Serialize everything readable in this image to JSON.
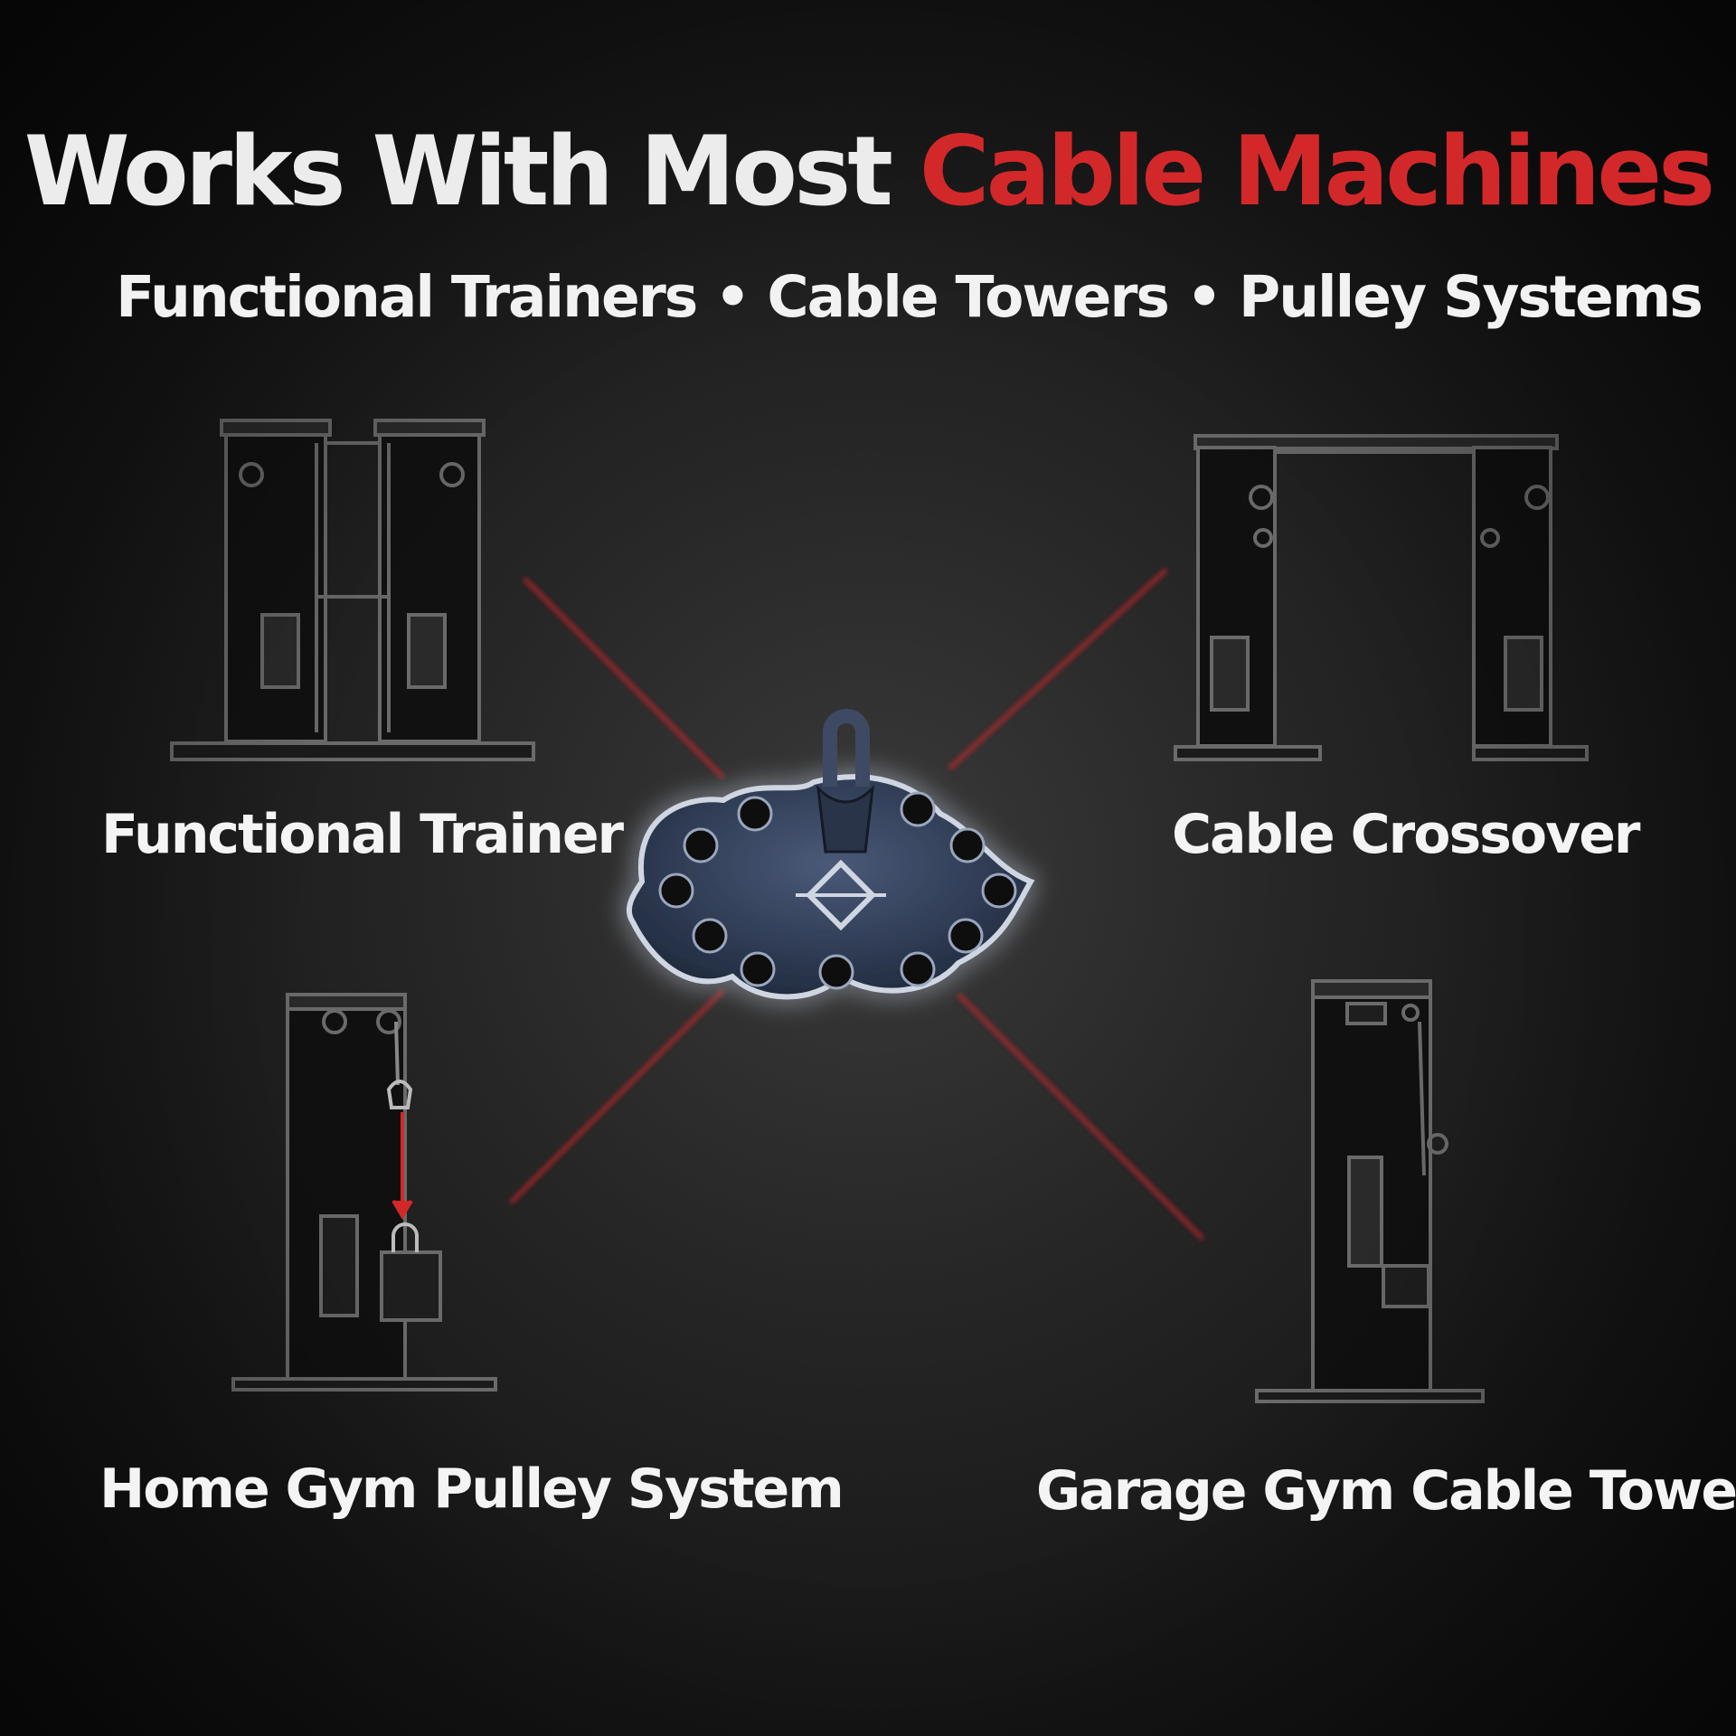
{
  "headline": {
    "part1": "Works With Most ",
    "part2": "Cable Machines"
  },
  "subheadline": "Functional Trainers • Cable Towers • Pulley Systems",
  "machines": [
    {
      "label": "Functional Trainer",
      "icon": "functional-trainer-icon"
    },
    {
      "label": "Cable Crossover",
      "icon": "cable-crossover-icon"
    },
    {
      "label": "Home Gym Pulley System",
      "icon": "home-gym-pulley-icon"
    },
    {
      "label": "Garage Gym Cable Tower",
      "icon": "cable-tower-icon"
    }
  ],
  "product_icon": "plate-anchor-icon",
  "colors": {
    "accent": "#d3282a",
    "text": "#ececec",
    "background": "#1e1e1e",
    "product": "#2e3a52"
  }
}
